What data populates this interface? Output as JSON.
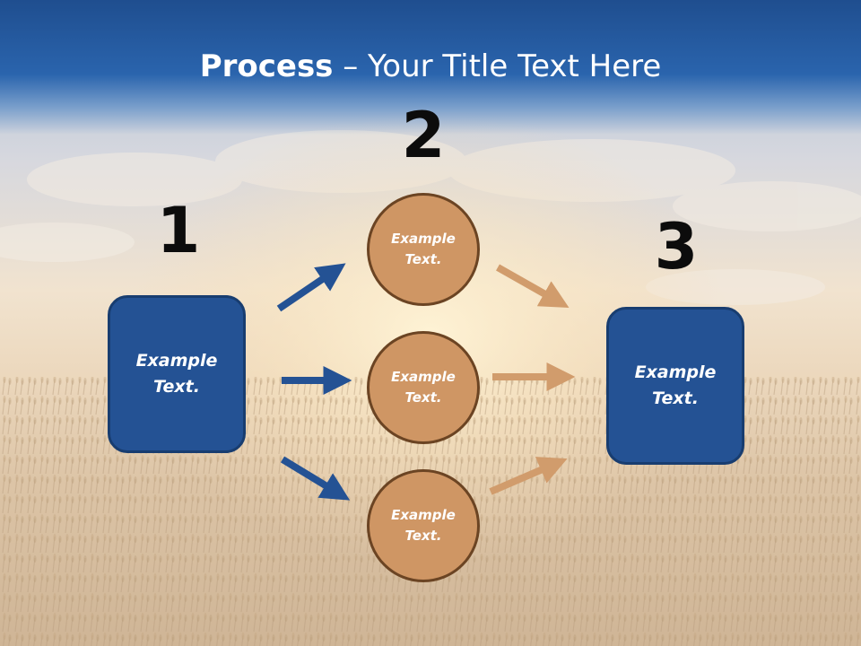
{
  "title": {
    "bold": "Process",
    "rest": " – Your Title Text Here"
  },
  "steps": [
    {
      "number": "1",
      "label": "Example\nText."
    },
    {
      "number": "2",
      "labels": [
        "Example\nText.",
        "Example\nText.",
        "Example\nText."
      ]
    },
    {
      "number": "3",
      "label": "Example\nText."
    }
  ],
  "colors": {
    "title_bar": "#2a64ad",
    "box_fill": "#245294",
    "circle_fill": "#cf9664",
    "blue_arrow": "#245294",
    "tan_arrow": "#d19c6c"
  }
}
